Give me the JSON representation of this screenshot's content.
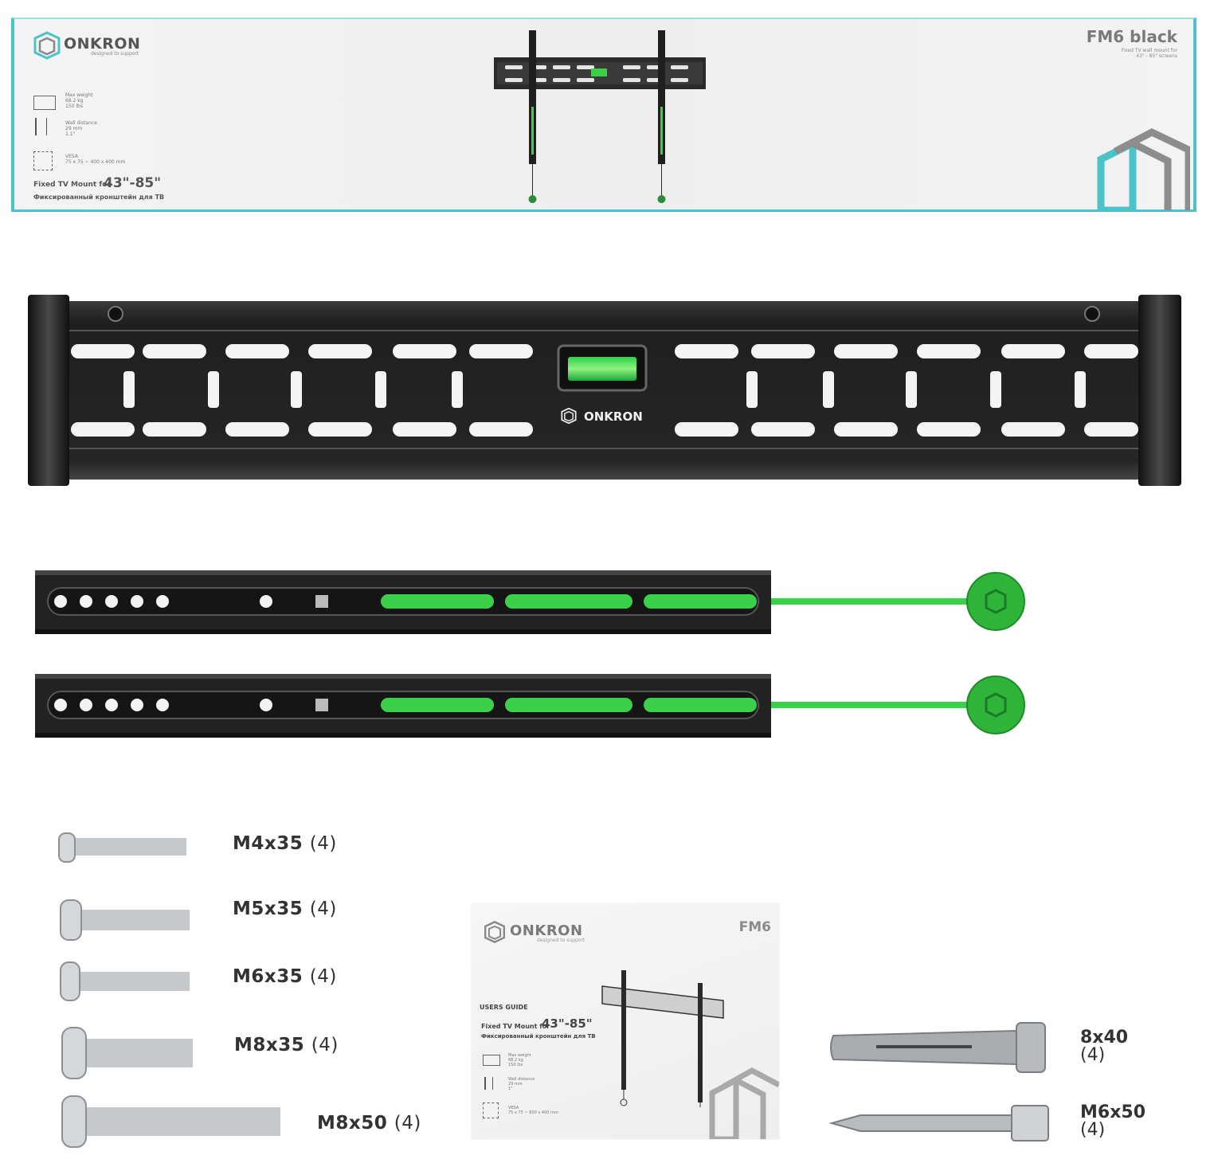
{
  "box": {
    "brand": "ONKRON",
    "tagline": "designed to support",
    "model": "FM6 black",
    "desc_line1": "Fixed TV wall mount for",
    "desc_line2": "43\" - 85\" screens",
    "specs": [
      {
        "label": "Max weight",
        "line1": "68.2 kg",
        "line2": "150 lbs"
      },
      {
        "label": "Wall distance",
        "line1": "29 mm",
        "line2": "1.1\""
      },
      {
        "label": "VESA",
        "line1": "75 x 75 ~ 400 x 400 mm",
        "line2": ""
      }
    ],
    "mount_for": "Fixed TV Mount for",
    "size_range": "43\"-85\"",
    "russian": "Фиксированный кронштейн для ТВ"
  },
  "bracket": {
    "brand": "ONKRON"
  },
  "screws": [
    {
      "size": "M4x35",
      "qty": "(4)"
    },
    {
      "size": "M5x35",
      "qty": "(4)"
    },
    {
      "size": "M6x35",
      "qty": "(4)"
    },
    {
      "size": "M8x35",
      "qty": "(4)"
    },
    {
      "size": "M8x50",
      "qty": "(4)"
    }
  ],
  "anchors": [
    {
      "size": "8x40",
      "qty": "(4)"
    },
    {
      "size": "M6x50",
      "qty": "(4)"
    }
  ],
  "manual": {
    "brand": "ONKRON",
    "tagline": "designed to support",
    "model": "FM6",
    "guide": "USERS GUIDE",
    "mount_for": "Fixed TV Mount for",
    "size_range": "43\"-85\"",
    "russian": "Фиксированный кронштейн для ТВ",
    "specs": [
      {
        "label": "Max weight",
        "line1": "68.2 kg",
        "line2": "150 lbs"
      },
      {
        "label": "Wall distance",
        "line1": "29 mm",
        "line2": "1\""
      },
      {
        "label": "VESA",
        "line1": "75 x 75 ~ 600 x 400 mm",
        "line2": ""
      }
    ]
  },
  "colors": {
    "teal": "#4cc3c8",
    "green": "#34c23a",
    "dark": "#1e1e1e",
    "gray": "#8a8a8a"
  }
}
